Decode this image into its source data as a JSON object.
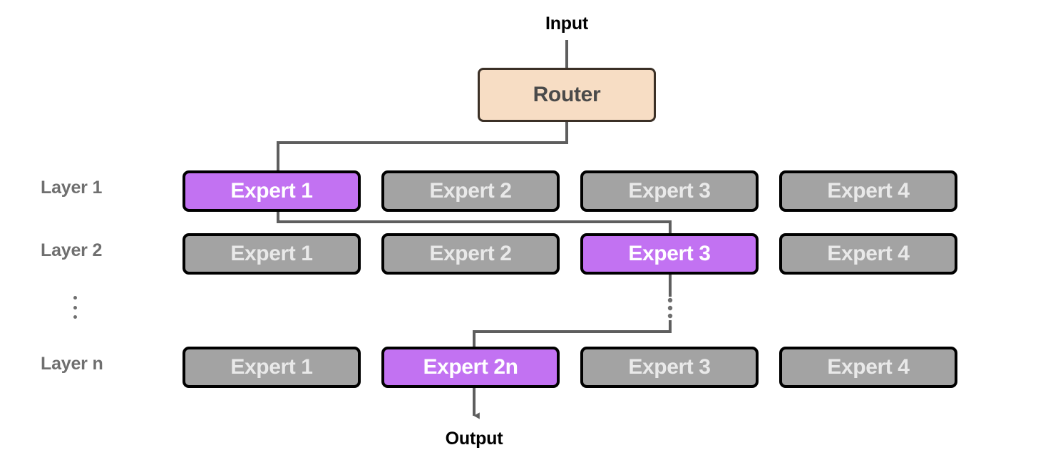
{
  "diagram": {
    "title_input": "Input",
    "title_output": "Output",
    "router_label": "Router",
    "colors": {
      "router_fill": "#f7ddc4",
      "router_border": "#3b3026",
      "router_text": "#4a4a4a",
      "active_expert_fill": "#c272f2",
      "inactive_expert_fill": "#a3a3a3",
      "expert_border": "#000000",
      "active_expert_text": "#ffffff",
      "inactive_expert_text": "#e9e9e9",
      "wire": "#5e5e5e",
      "layer_label_text": "#6f6f6f",
      "io_label_text": "#000000",
      "background": "#ffffff"
    },
    "layers": [
      {
        "label": "Layer 1",
        "experts": [
          {
            "label": "Expert 1",
            "active": true
          },
          {
            "label": "Expert 2",
            "active": false
          },
          {
            "label": "Expert 3",
            "active": false
          },
          {
            "label": "Expert 4",
            "active": false
          }
        ]
      },
      {
        "label": "Layer 2",
        "experts": [
          {
            "label": "Expert 1",
            "active": false
          },
          {
            "label": "Expert 2",
            "active": false
          },
          {
            "label": "Expert 3",
            "active": true
          },
          {
            "label": "Expert 4",
            "active": false
          }
        ]
      },
      {
        "label": "Layer n",
        "experts": [
          {
            "label": "Expert 1",
            "active": false
          },
          {
            "label": "Expert 2n",
            "active": true
          },
          {
            "label": "Expert 3",
            "active": false
          },
          {
            "label": "Expert 4",
            "active": false
          }
        ]
      }
    ],
    "ellipsis": {
      "label": "vertical-ellipsis",
      "dot_count": 3
    },
    "routing_path": [
      "Input -> Router",
      "Router -> Layer 1 Expert 1",
      "Layer 1 Expert 1 -> Layer 2 Expert 3",
      "Layer 2 Expert 3 -> (skipped layers) -> Layer n Expert 2n",
      "Layer n Expert 2n -> Output"
    ]
  }
}
